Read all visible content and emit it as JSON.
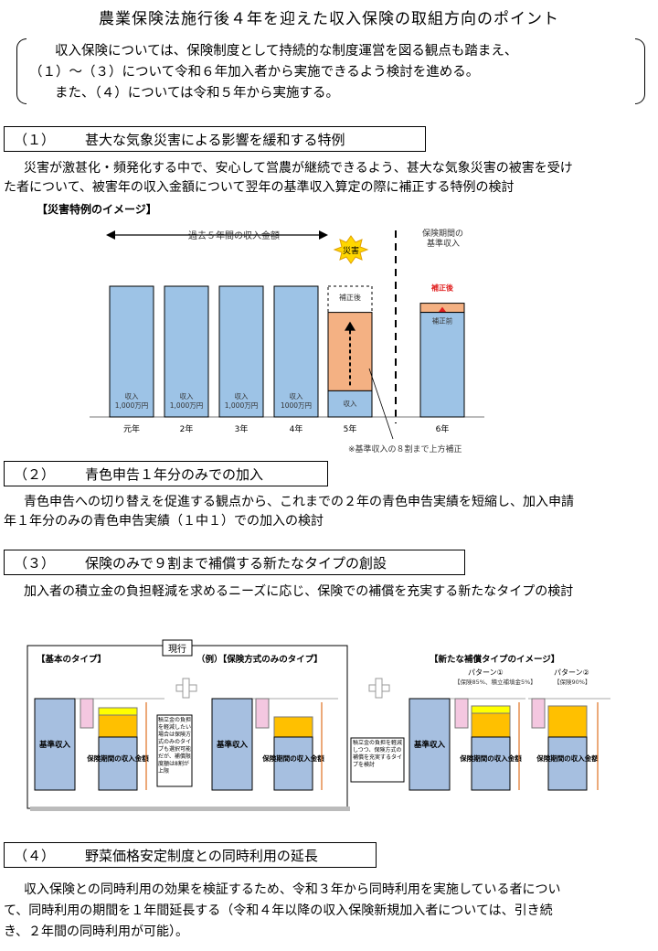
{
  "title": "農業保険法施行後４年を迎えた収入保険の取組方向のポイント",
  "intro": {
    "line1": "収入保険については、保険制度として持続的な制度運営を図る観点も踏まえ、",
    "line2": "（１）～（３）について令和６年加入者から実施できるよう検討を進める。",
    "line3": "また、（４）については令和５年から実施する。"
  },
  "s1": {
    "num": "（１）",
    "heading": "甚大な気象災害による影響を緩和する特例",
    "text1": "災害が激甚化・頻発化する中で、安心して営農が継続できるよう、甚大な気象災害の被害を受け",
    "text2": "た者について、被害年の収入金額について翌年の基準収入算定の際に補正する特例の検討"
  },
  "chart_data": {
    "type": "bar",
    "title": "【災害特例のイメージ】",
    "range_label": "過去５年間の収入金額",
    "period_label": "保険期間の基準収入",
    "disaster_badge": "災害",
    "categories": [
      "元年",
      "2年",
      "3年",
      "4年",
      "5年",
      "6年"
    ],
    "bar_labels": [
      "収入\n1,000万円",
      "収入\n1,000万円",
      "収入\n1,000万円",
      "収入\n1000万円",
      "収入",
      "補正前"
    ],
    "corrected_label": "補正後",
    "corrected_label_y6": "補正後",
    "footnote": "※基準収入の８割まで上方補正",
    "values_relative": [
      1.0,
      1.0,
      1.0,
      1.0,
      0.2,
      0.8
    ],
    "corrected_relative": [
      null,
      null,
      null,
      null,
      0.8,
      0.87
    ],
    "colors": {
      "bar": "#9dc3e6",
      "correction": "#f4b183",
      "accent_red": "#e02020",
      "badge": "#ffd700"
    }
  },
  "s2": {
    "num": "（２）",
    "heading": "青色申告１年分のみでの加入",
    "text1": "青色申告への切り替えを促進する観点から、これまでの２年の青色申告実績を短縮し、加入申請",
    "text2": "年１年分のみの青色申告実績（１中１）での加入の検討"
  },
  "s3": {
    "num": "（３）",
    "heading": "保険のみで９割まで補償する新たなタイプの創設",
    "text1": "加入者の積立金の負担軽減を求めるニーズに応じ、保険での補償を充実する新たなタイプの検討"
  },
  "diagram": {
    "current_label": "現行",
    "basic_type": "【基本のタイプ】",
    "insurance_only": "（例）【保険方式のみのタイプ】",
    "new_types": "【新たな補償タイプのイメージ】",
    "pattern1": "パターン①",
    "pattern1_sub": "【保険85%、積立補填金5%】",
    "pattern2": "パターン②",
    "pattern2_sub": "【保険90%】",
    "base_income": "基準収入",
    "period_income": "保険期間の収入金額",
    "note_left": "積立金の負担を軽減したい場合は保険方式のみのタイプも選択可能だが、補償限度額は8割が上限",
    "note_right": "積立金の負担を軽減しつつ、保険方式の補償を充実するタイプを検討"
  },
  "s4": {
    "num": "（４）",
    "heading": "野菜価格安定制度との同時利用の延長",
    "text1": "収入保険との同時利用の効果を検証するため、令和３年から同時利用を実施している者につい",
    "text2": "て、同時利用の期間を１年間延長する（令和４年以降の収入保険新規加入者については、引き続",
    "text3": "き、２年間の同時利用が可能）。"
  }
}
